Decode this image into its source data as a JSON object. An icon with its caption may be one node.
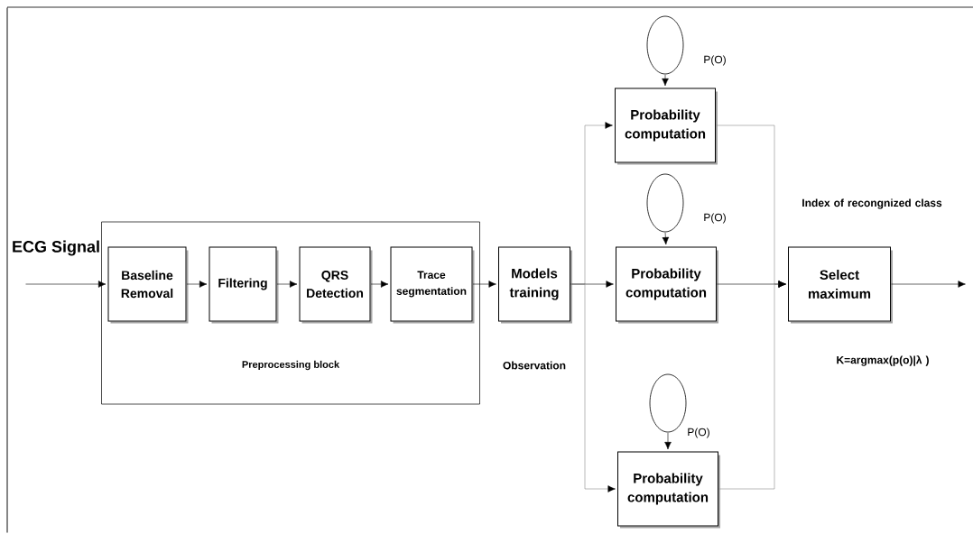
{
  "diagram": {
    "nodes": [
      {
        "text": [
          "Preprocessing block"
        ]
      },
      {
        "text": [
          "Baseline Removal"
        ],
        "in": 0
      },
      {
        "text": [
          "Filtering"
        ],
        "in": 0
      },
      {
        "text": [
          "QRS Detection"
        ],
        "in": 0
      },
      {
        "text": [
          "Trace segmentation"
        ],
        "in": 0
      },
      {
        "text": [
          "Models training"
        ],
        "beside": [
          "Observation"
        ]
      },
      {
        "text": [],
        "shape": "circle",
        "beside": [
          "P(O)"
        ]
      },
      {
        "text": [
          "Probability computation"
        ]
      },
      {
        "text": [],
        "shape": "circle",
        "beside": [
          "P(O)"
        ]
      },
      {
        "text": [
          "Probability computation"
        ]
      },
      {
        "text": [],
        "shape": "circle",
        "beside": [
          "P(O)"
        ]
      },
      {
        "text": [
          "Probability computation"
        ]
      },
      {
        "text": [
          "Select maximum"
        ],
        "beside": [
          "Index of recongnized class",
          "K=argmax(p(o)|λ )"
        ]
      }
    ],
    "edges": [
      {
        "from": null,
        "to": 1,
        "arrow": "to"
      },
      {
        "from": 1,
        "to": 2,
        "arrow": "to"
      },
      {
        "from": 2,
        "to": 3,
        "arrow": "to"
      },
      {
        "from": 3,
        "to": 4,
        "arrow": "to"
      },
      {
        "from": 4,
        "to": 5,
        "arrow": "to"
      },
      {
        "from": 5,
        "to": 7,
        "arrow": "to",
        "color": "#8c8c8c"
      },
      {
        "from": 5,
        "to": 9,
        "arrow": "to"
      },
      {
        "from": 5,
        "to": 11,
        "arrow": "to",
        "color": "#8c8c8c"
      },
      {
        "from": 6,
        "to": 7,
        "arrow": "to"
      },
      {
        "from": 8,
        "to": 9,
        "arrow": "to"
      },
      {
        "from": 10,
        "to": 11,
        "arrow": "to"
      },
      {
        "from": 7,
        "to": 12,
        "arrow": "to",
        "color": "#8c8c8c"
      },
      {
        "from": 9,
        "to": 12,
        "arrow": "to"
      },
      {
        "from": 11,
        "to": 12,
        "arrow": "to",
        "color": "#8c8c8c"
      },
      {
        "from": 12,
        "to": null,
        "arrow": "to"
      }
    ],
    "labels": [
      "ECG Signal"
    ]
  }
}
